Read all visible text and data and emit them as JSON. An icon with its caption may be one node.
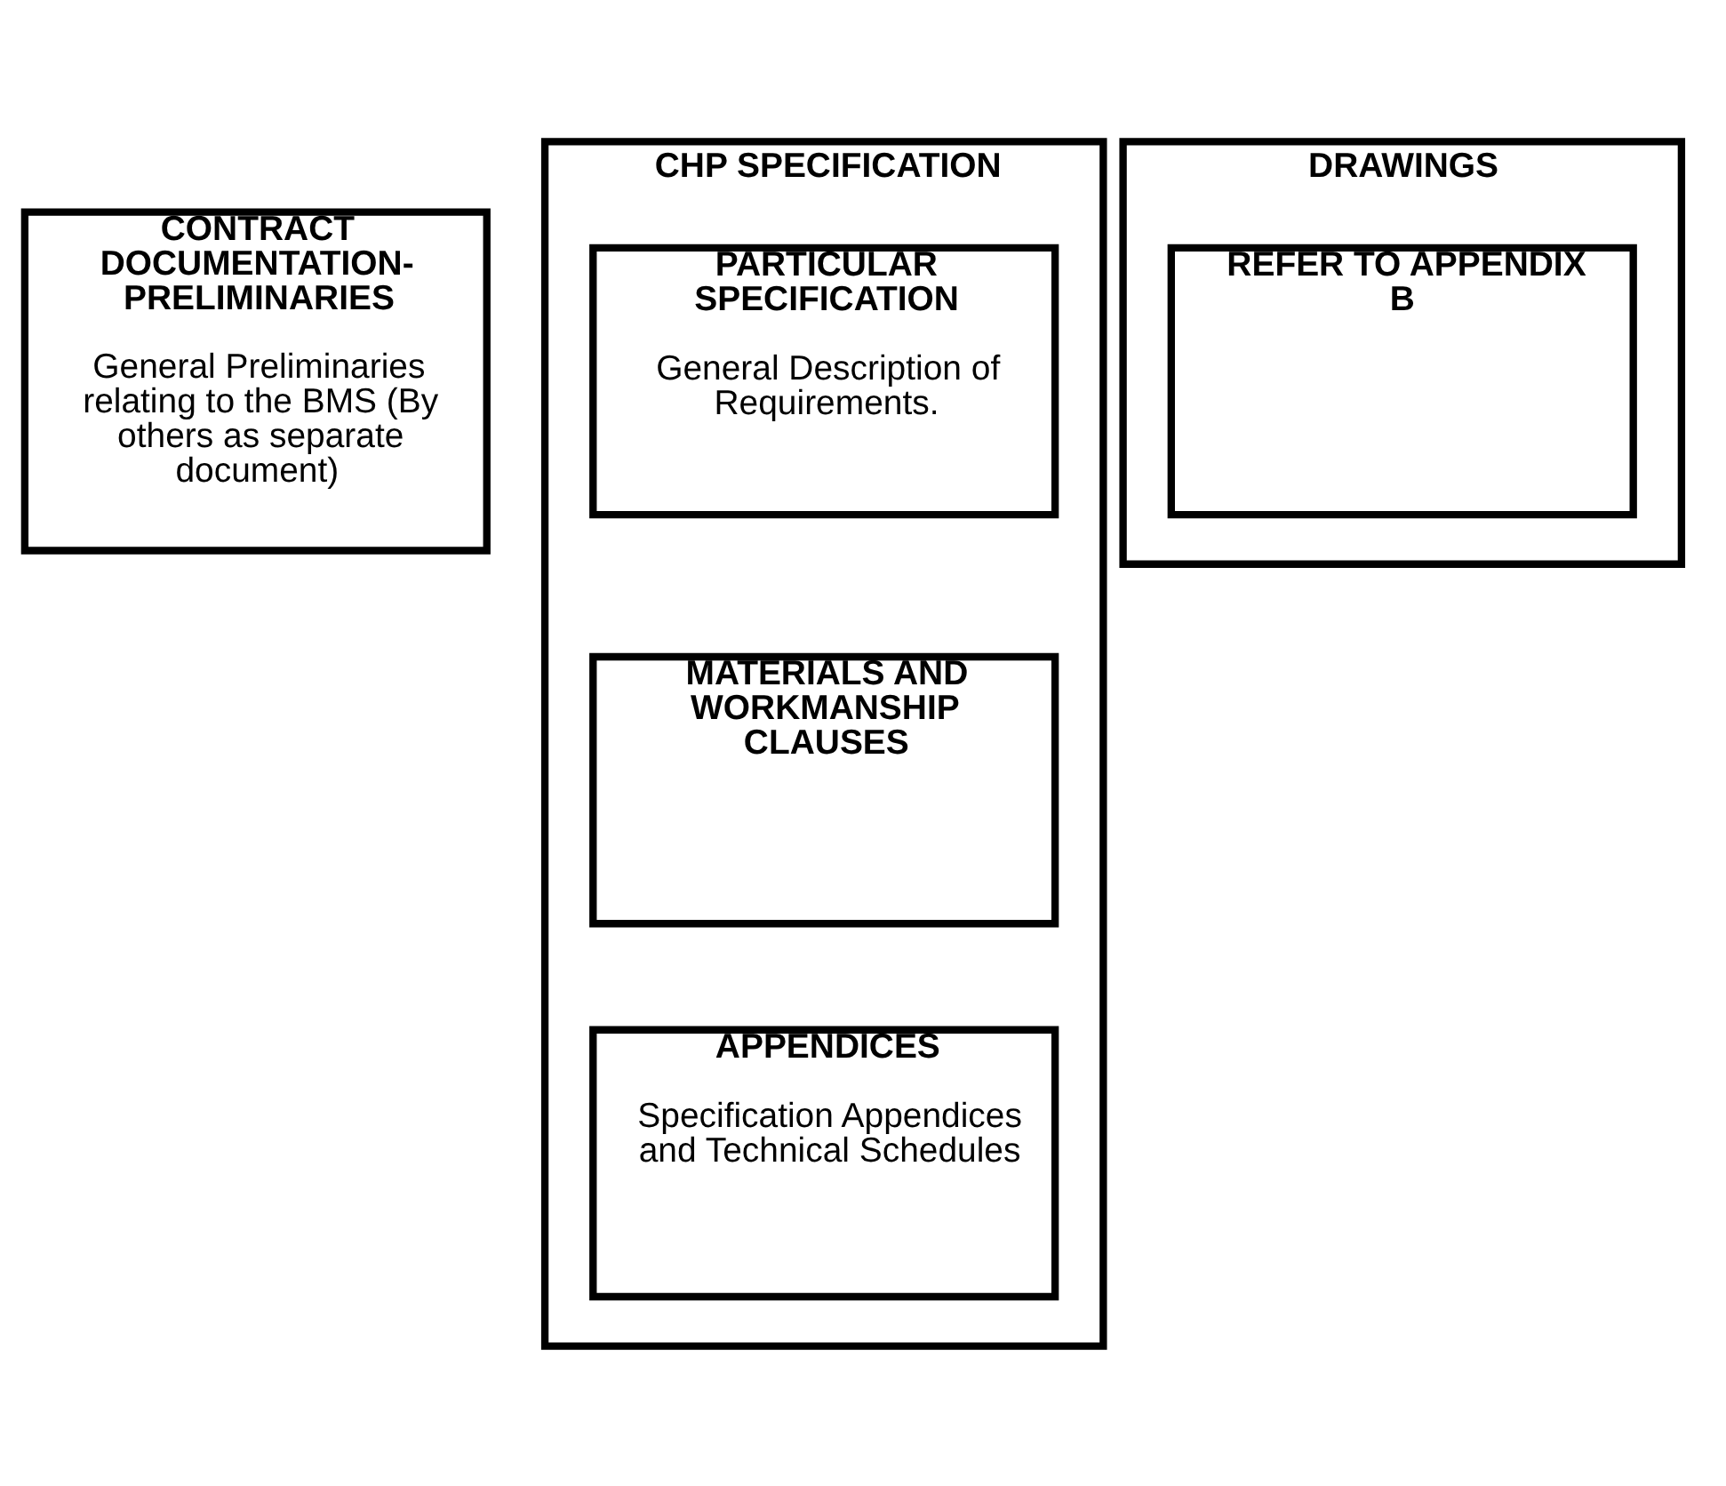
{
  "diagram": {
    "nodes": [
      {
        "text": [
          "CONTRACT DOCUMENTATION- PRELIMINARIES",
          "General Preliminaries relating to the BMS (By others as separate document)"
        ]
      },
      {
        "text": [
          "CHP SPECIFICATION"
        ]
      },
      {
        "text": [
          "PARTICULAR SPECIFICATION",
          "General Description of Requirements."
        ],
        "in": 1
      },
      {
        "text": [
          "MATERIALS AND WORKMANSHIP CLAUSES"
        ],
        "in": 1
      },
      {
        "text": [
          "APPENDICES",
          "Specification Appendices and Technical Schedules"
        ],
        "in": 1
      },
      {
        "text": [
          "DRAWINGS"
        ]
      },
      {
        "text": [
          "REFER TO APPENDIX B"
        ],
        "in": 5
      }
    ],
    "edges": []
  }
}
